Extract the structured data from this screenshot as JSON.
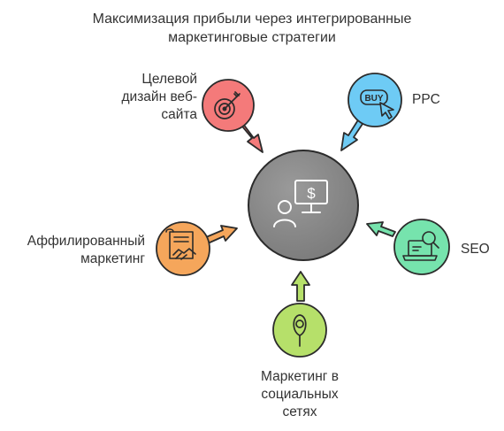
{
  "title": {
    "line1": "Максимизация прибыли через интегрированные",
    "line2": "маркетинговые стратегии"
  },
  "center": {
    "icon": "computer-user-dollar-icon"
  },
  "nodes": {
    "targeted_design": {
      "line1": "Целевой",
      "line2": "дизайн веб-",
      "line3": "сайта",
      "icon": "target-arrow-icon",
      "color": "#f47a7a"
    },
    "ppc": {
      "label": "PPC",
      "icon_text": "BUY",
      "icon": "buy-click-icon",
      "color": "#6ecbf5"
    },
    "affiliate": {
      "line1": "Аффилированный",
      "line2": "маркетинг",
      "icon": "contract-handshake-icon",
      "color": "#f5a65b"
    },
    "seo": {
      "label": "SEO",
      "icon": "search-laptop-icon",
      "color": "#76e3ad"
    },
    "social": {
      "line1": "Маркетинг в",
      "line2": "социальных",
      "line3": "сетях",
      "icon": "location-pin-icon",
      "color": "#b6e06a"
    }
  },
  "colors": {
    "hub": "#8a8a8a",
    "stroke": "#2b2b2b"
  }
}
